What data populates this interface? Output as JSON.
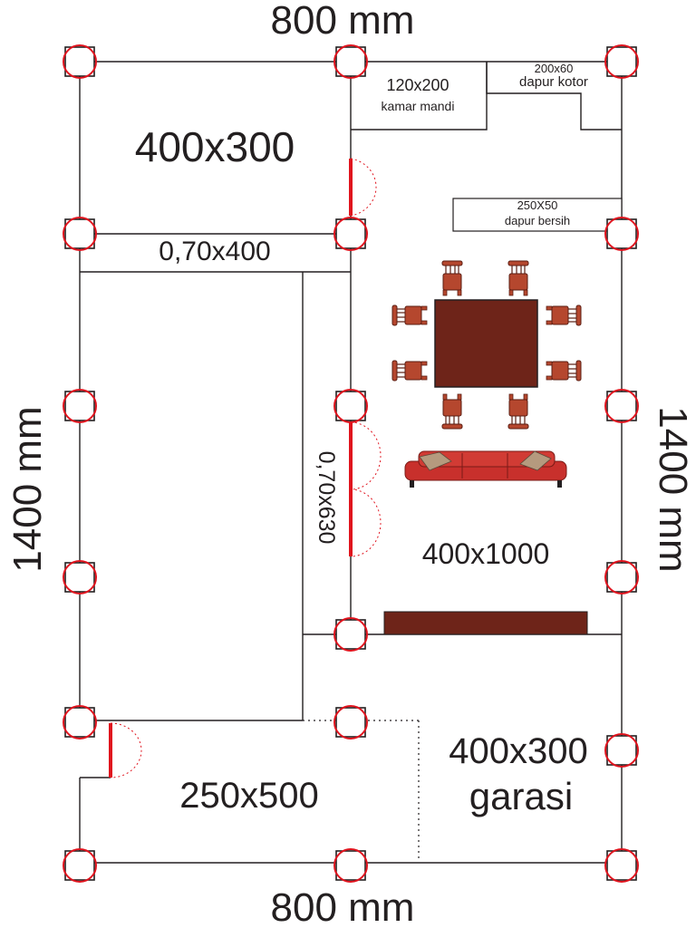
{
  "plan": {
    "dim_top": "800 mm",
    "dim_bottom": "800 mm",
    "dim_left": "1400 mm",
    "dim_right": "1400 mm",
    "rooms": {
      "room_top_left": "400x300",
      "corridor_top": "0,70x400",
      "corridor_vertical": "0,70x630",
      "bathroom_size": "120x200",
      "bathroom_name": "kamar mandi",
      "dirty_kitchen_size": "200x60",
      "dirty_kitchen_name": "dapur kotor",
      "clean_kitchen_size": "250X50",
      "clean_kitchen_name": "dapur bersih",
      "living_area": "400x1000",
      "front_area": "250x500",
      "garage_size": "400x300",
      "garage_name": "garasi"
    }
  },
  "colors": {
    "line": "#231f20",
    "door": "#e0141e",
    "column_ring": "#e0141e",
    "furniture_wood": "#6e2419",
    "chair_wood": "#b5472e",
    "sofa": "#c8302c",
    "pillow": "#b59a7e"
  }
}
